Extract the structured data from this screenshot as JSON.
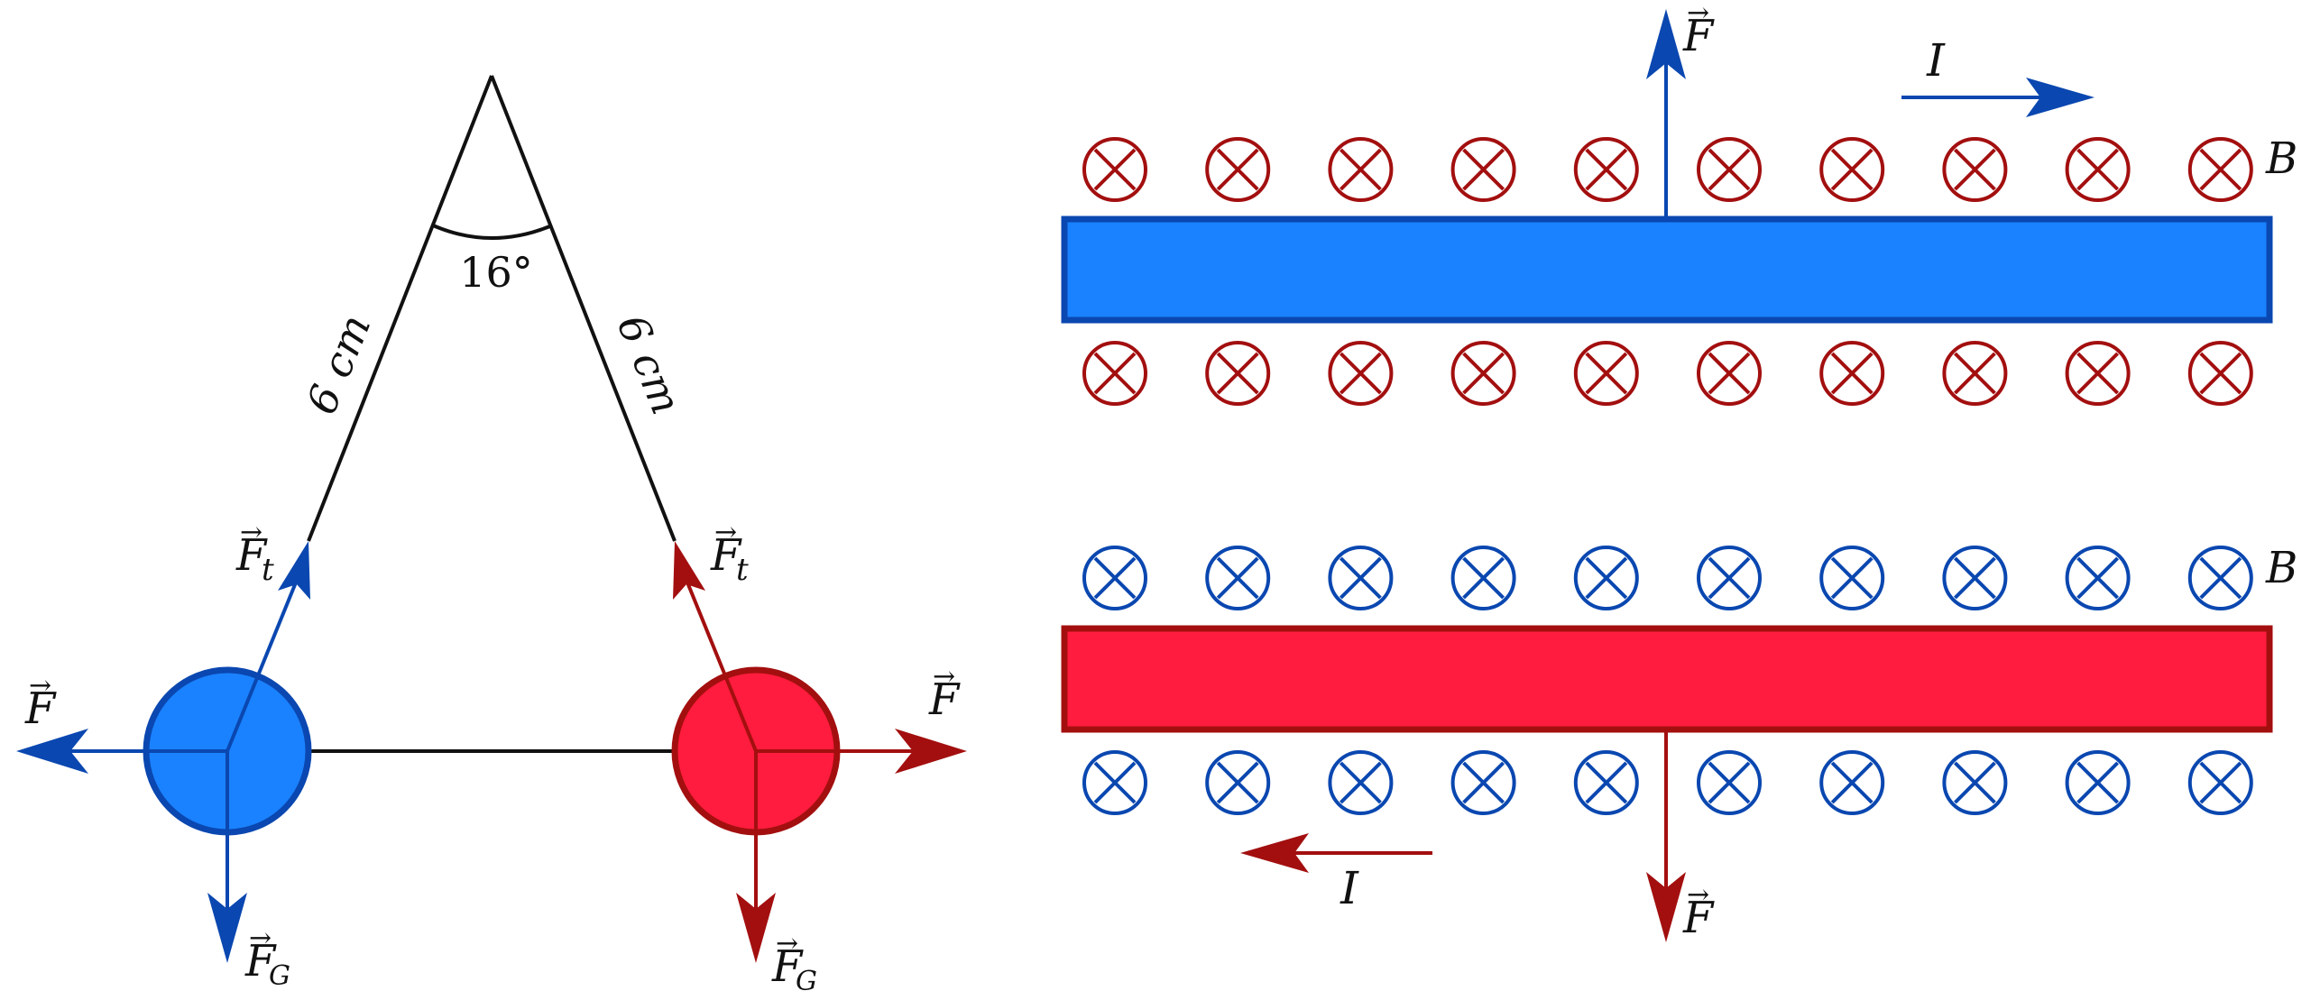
{
  "colors": {
    "blue_line": "#0a47b0",
    "blue_fill": "#1a82ff",
    "red_line": "#a30f0f",
    "red_fill": "#ff1c3e",
    "black": "#111111"
  },
  "left_diagram": {
    "angle_label": "16°",
    "string_left_label": "6 cm",
    "string_right_label": "6 cm",
    "blue_ball": {
      "force_label": "F",
      "tension_label": "F",
      "tension_sub": "t",
      "gravity_label": "F",
      "gravity_sub": "G"
    },
    "red_ball": {
      "force_label": "F",
      "tension_label": "F",
      "tension_sub": "t",
      "gravity_label": "F",
      "gravity_sub": "G"
    }
  },
  "right_diagram": {
    "top_wire": {
      "force_label": "F",
      "current_label": "I",
      "field_label": "B",
      "symbols_per_row": 10
    },
    "bottom_wire": {
      "force_label": "F",
      "current_label": "I",
      "field_label": "B",
      "symbols_per_row": 10
    }
  }
}
